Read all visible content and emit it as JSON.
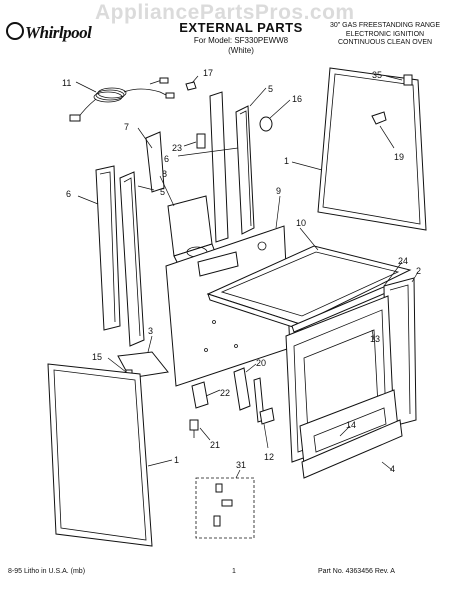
{
  "watermark": "AppliancePartsPros.com",
  "brand": "Whirlpool",
  "title": "EXTERNAL PARTS",
  "model_line": "For Model: SF330PEWW8",
  "color_line": "(White)",
  "range_info": [
    "30\" GAS FREESTANDING RANGE",
    "ELECTRONIC IGNITION",
    "CONTINUOUS CLEAN OVEN"
  ],
  "footer": {
    "left": "8-95 Litho in U.S.A. (mb)",
    "page": "1",
    "part_no": "Part No. 4363456 Rev. A"
  },
  "callouts": {
    "c1a": "1",
    "c1b": "1",
    "c2": "2",
    "c3": "3",
    "c4": "4",
    "c5a": "5",
    "c5b": "5",
    "c6a": "6",
    "c6b": "6",
    "c7": "7",
    "c8": "8",
    "c9": "9",
    "c10": "10",
    "c11": "11",
    "c12": "12",
    "c13": "13",
    "c14": "14",
    "c15": "15",
    "c16": "16",
    "c17": "17",
    "c19": "19",
    "c20": "20",
    "c21": "21",
    "c22": "22",
    "c23": "23",
    "c24": "24",
    "c31": "31",
    "c35": "35"
  }
}
